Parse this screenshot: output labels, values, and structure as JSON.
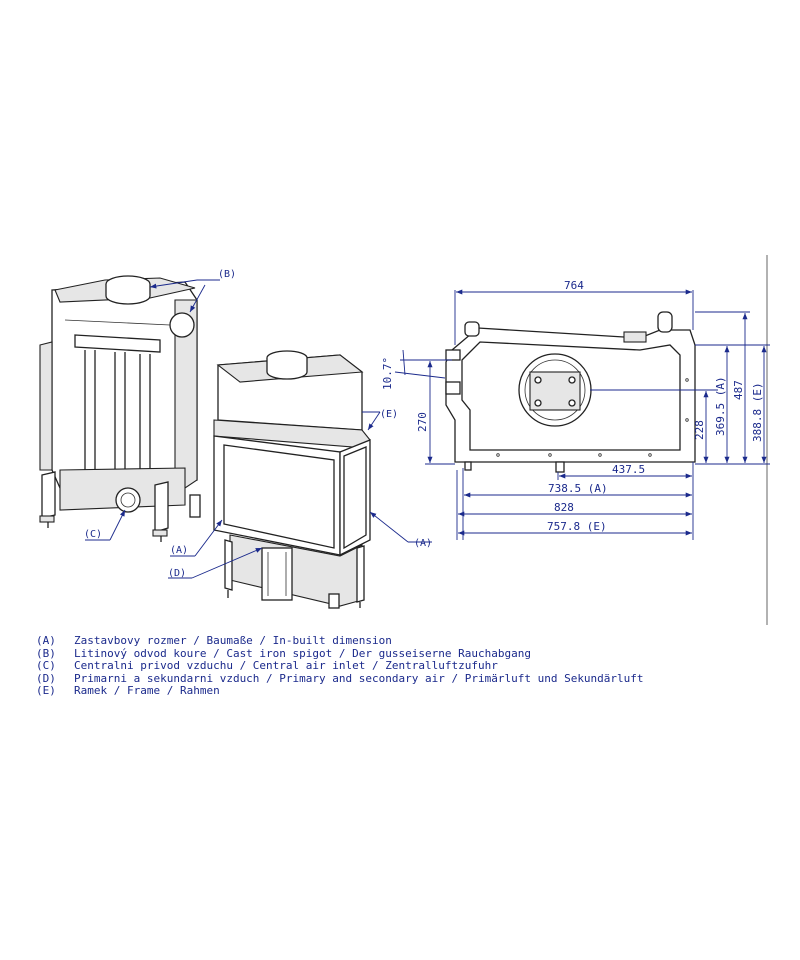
{
  "labels": {
    "front_spigot": "(B)",
    "front_air_inlet": "(C)",
    "corner_builtin": "(A)",
    "corner_air": "(D)",
    "corner_frame": "(E)",
    "corner_builtin_right": "(A)"
  },
  "dimensions": {
    "width_top": "764",
    "angle": "10.7°",
    "height_left": "270",
    "depth_437": "437.5",
    "depth_738": "738.5 (A)",
    "depth_828": "828",
    "depth_757": "757.8 (E)",
    "height_228": "228",
    "height_369": "369.5 (A)",
    "height_487": "487",
    "height_388": "388.8 (E)"
  },
  "legend": [
    {
      "key": "(A)",
      "text": "Zastavbovy rozmer / Baumaße / In-built dimension"
    },
    {
      "key": "(B)",
      "text": "Litinový odvod koure / Cast iron spigot / Der gusseiserne Rauchabgang"
    },
    {
      "key": "(C)",
      "text": "Centralni privod vzduchu / Central air inlet / Zentralluftzufuhr"
    },
    {
      "key": "(D)",
      "text": "Primarni a sekundarni vzduch / Primary and secondary air / Primärluft und Sekundärluft"
    },
    {
      "key": "(E)",
      "text": "Ramek / Frame / Rahmen"
    }
  ]
}
